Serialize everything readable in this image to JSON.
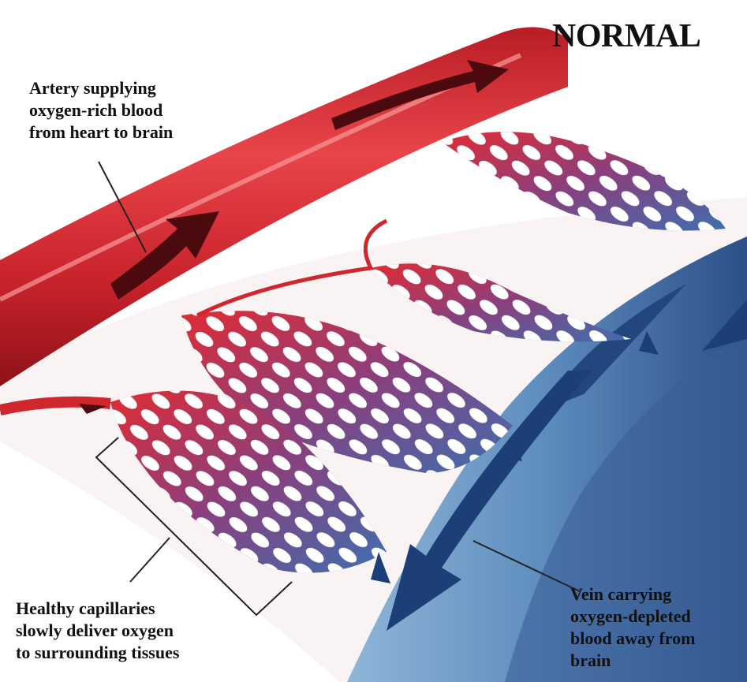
{
  "title": "NORMAL",
  "labels": {
    "artery": [
      "Artery supplying",
      "oxygen-rich blood",
      "from heart to brain"
    ],
    "capillaries": [
      "Healthy capillaries",
      "slowly deliver oxygen",
      "to surrounding tissues"
    ],
    "vein": [
      "Vein carrying",
      "oxygen-depleted",
      "blood away from",
      "brain"
    ]
  },
  "colors": {
    "artery": "#d0272f",
    "vein": "#5f8fc0",
    "arrow_dark": "#4a0a0e",
    "vein_arrow": "#1d3f78"
  }
}
